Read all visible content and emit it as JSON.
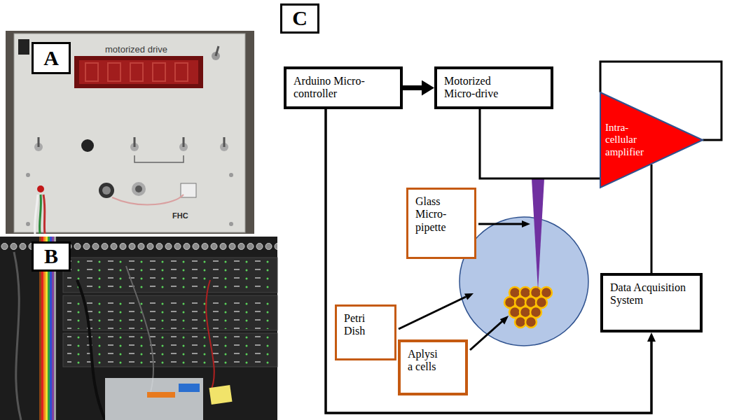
{
  "diagram": {
    "nodes": [
      {
        "text": [
          "A"
        ]
      },
      {
        "text": [
          "B"
        ]
      },
      {
        "text": [
          "C"
        ]
      },
      {
        "text": [
          "Arduino Micro-controller"
        ]
      },
      {
        "text": [
          "Motorized Micro-drive"
        ]
      },
      {
        "text": [
          "Intra- cellular amplifier"
        ]
      },
      {
        "text": [
          "Glass Micro- pipette"
        ]
      },
      {
        "text": [
          "Data Acquisition System"
        ]
      },
      {
        "text": [
          "Petri Dish"
        ]
      },
      {
        "text": [
          "Aplysi a cells"
        ]
      }
    ],
    "edges": [
      {
        "from": 3,
        "to": 4,
        "arrow": "to"
      },
      {
        "from": 3,
        "to": 7,
        "arrow": "to"
      },
      {
        "from": 5,
        "to": 7,
        "arrow": "none"
      }
    ],
    "labels": [
      "motorized drive",
      "FHC"
    ]
  }
}
